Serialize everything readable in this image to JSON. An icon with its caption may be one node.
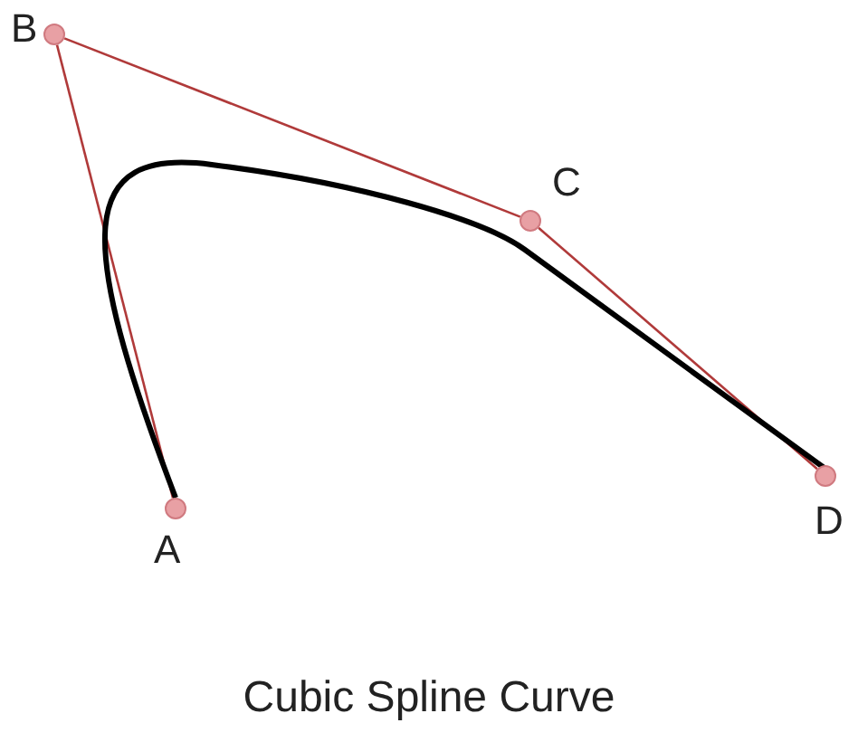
{
  "diagram": {
    "caption": "Cubic Spline Curve",
    "nodes": [
      {
        "text": [
          "B"
        ]
      },
      {
        "text": [
          "C"
        ]
      },
      {
        "text": [
          "A"
        ]
      },
      {
        "text": [
          "D"
        ]
      }
    ],
    "edges": [
      {
        "from": 2,
        "to": 0,
        "arrow": "none"
      },
      {
        "from": 0,
        "to": 1,
        "arrow": "none"
      },
      {
        "from": 1,
        "to": 3,
        "arrow": "none"
      },
      {
        "from": 2,
        "to": 3,
        "arrow": "none",
        "style": "thick",
        "color": "#000000"
      }
    ]
  }
}
